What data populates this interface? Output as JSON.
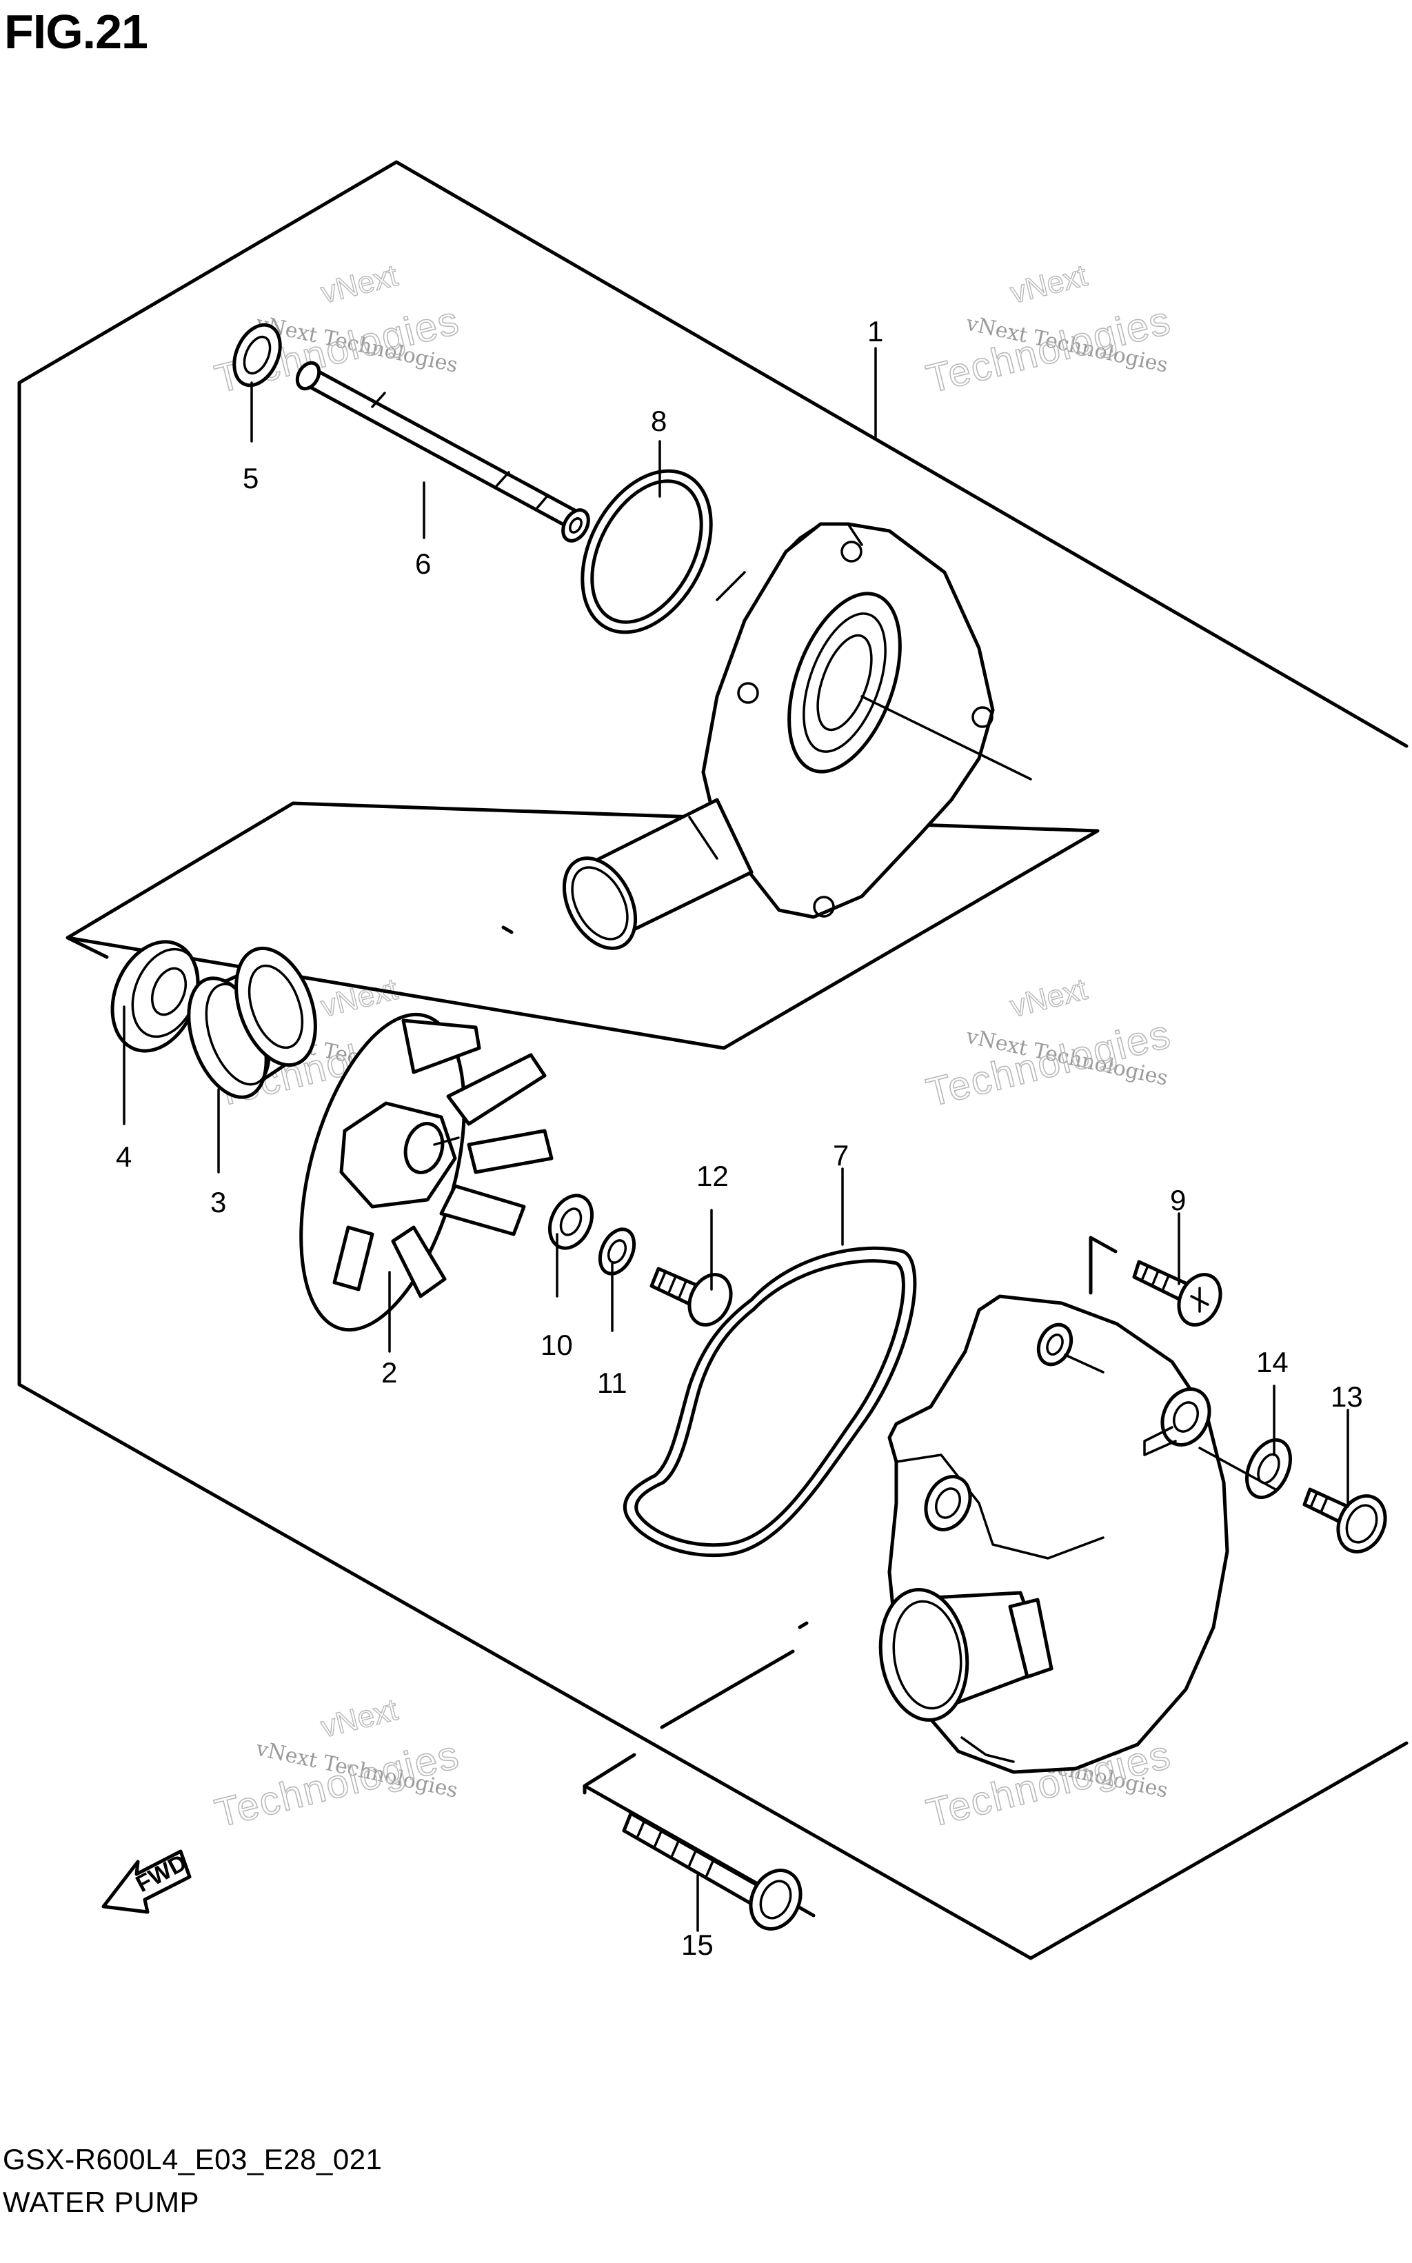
{
  "figure": {
    "title": "FIG.21",
    "code": "GSX-R600L4_E03_E28_021",
    "name": "WATER PUMP",
    "fwd_label": "FWD"
  },
  "callouts": [
    {
      "id": "1",
      "label": "1"
    },
    {
      "id": "2",
      "label": "2"
    },
    {
      "id": "3",
      "label": "3"
    },
    {
      "id": "4",
      "label": "4"
    },
    {
      "id": "5",
      "label": "5"
    },
    {
      "id": "6",
      "label": "6"
    },
    {
      "id": "7",
      "label": "7"
    },
    {
      "id": "8",
      "label": "8"
    },
    {
      "id": "9",
      "label": "9"
    },
    {
      "id": "10",
      "label": "10"
    },
    {
      "id": "11",
      "label": "11"
    },
    {
      "id": "12",
      "label": "12"
    },
    {
      "id": "13",
      "label": "13"
    },
    {
      "id": "14",
      "label": "14"
    },
    {
      "id": "15",
      "label": "15"
    }
  ],
  "watermark": {
    "line1": "vNext Technologies",
    "line2": "Technologies",
    "line0": "vNext"
  }
}
